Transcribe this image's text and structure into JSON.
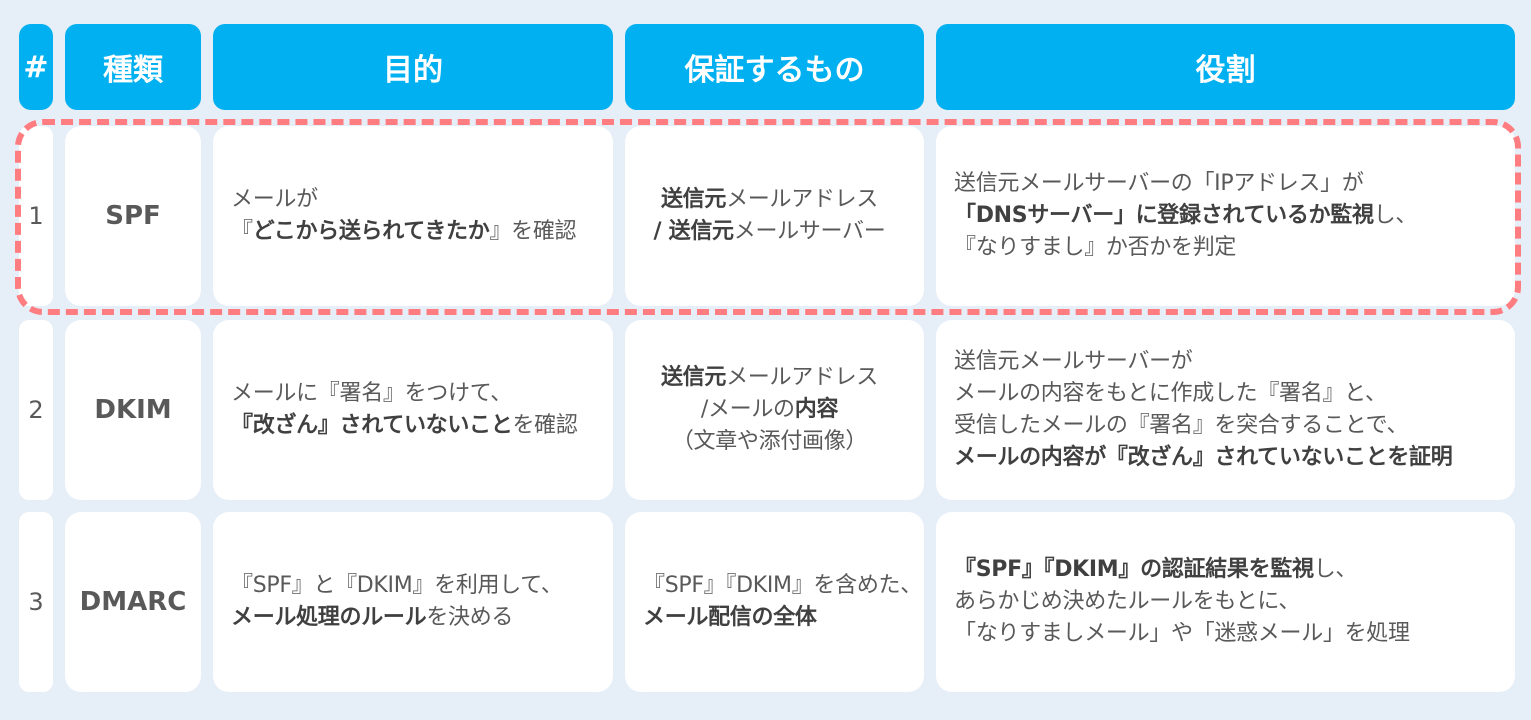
{
  "headers": {
    "num": "#",
    "type": "種類",
    "purpose": "目的",
    "guarantee": "保証するもの",
    "role": "役割"
  },
  "rows": [
    {
      "num": "1",
      "type": "SPF",
      "purpose": [
        [
          "メールが"
        ],
        [
          "『",
          {
            "b": "どこから送られてきたか"
          },
          "』を確認"
        ]
      ],
      "guarantee": [
        [
          {
            "b": "送信元"
          },
          "メールアドレス"
        ],
        [
          {
            "b": " / 送信元"
          },
          "メールサーバー"
        ]
      ],
      "role": [
        [
          "送信元メールサーバーの「IPアドレス」が"
        ],
        [
          {
            "b": "「DNSサーバー」に登録されているか監視"
          },
          "し、"
        ],
        [
          "『なりすまし』か否かを判定"
        ]
      ]
    },
    {
      "num": "2",
      "type": "DKIM",
      "purpose": [
        [
          "メールに『署名』をつけて、"
        ],
        [
          {
            "b": "『改ざん』されていないこと"
          },
          "を確認"
        ]
      ],
      "guarantee": [
        [
          {
            "b": "送信元"
          },
          "メールアドレス"
        ],
        [
          " /メールの",
          {
            "b": "内容"
          }
        ],
        [
          "（文章や添付画像）"
        ]
      ],
      "role": [
        [
          "送信元メールサーバーが"
        ],
        [
          "メールの内容をもとに作成した『署名』と、"
        ],
        [
          "受信したメールの『署名』を突合することで、"
        ],
        [
          {
            "b": "メールの内容が『改ざん』されていないことを証明"
          }
        ]
      ]
    },
    {
      "num": "3",
      "type": "DMARC",
      "purpose": [
        [
          "『SPF』と『DKIM』を利用して、"
        ],
        [
          {
            "b": "メール処理のルール"
          },
          "を決める"
        ]
      ],
      "guarantee": [
        [
          "『SPF』『DKIM』を含めた、"
        ],
        [
          {
            "b": "メール配信の全体"
          }
        ]
      ],
      "role": [
        [
          {
            "b": "『SPF』『DKIM』の認証結果を監視"
          },
          "し、"
        ],
        [
          "あらかじめ決めたルールをもとに、"
        ],
        [
          "「なりすましメール」や「迷惑メール」を処理"
        ]
      ]
    }
  ],
  "colors": {
    "header": "#00b0f0",
    "highlight": "#ff7c80",
    "background": "#e6eef8"
  }
}
